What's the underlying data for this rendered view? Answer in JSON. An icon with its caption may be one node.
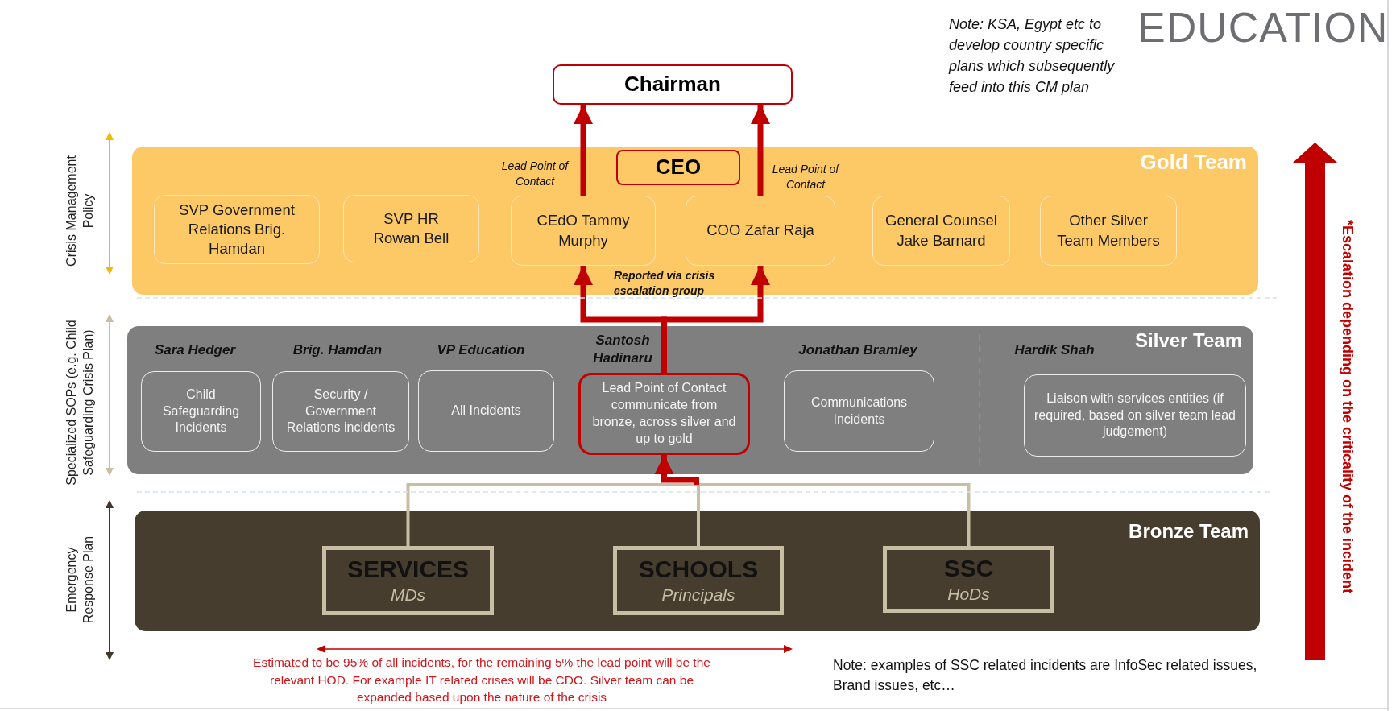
{
  "diagram": {
    "title": "EDUCATION",
    "nodes": [
      {
        "text": [
          "Chairman"
        ]
      },
      {
        "text": [
          "Gold Team"
        ]
      },
      {
        "text": [
          "CEO"
        ],
        "in": 1
      },
      {
        "text": [
          "SVP Government Relations Brig. Hamdan"
        ],
        "in": 1
      },
      {
        "text": [
          "SVP HR Rowan Bell"
        ],
        "in": 1
      },
      {
        "text": [
          "CEdO Tammy Murphy"
        ],
        "in": 1
      },
      {
        "text": [
          "COO Zafar Raja"
        ],
        "in": 1
      },
      {
        "text": [
          "General Counsel Jake Barnard"
        ],
        "in": 1
      },
      {
        "text": [
          "Other Silver Team Members"
        ],
        "in": 1
      },
      {
        "text": [
          "Silver Team"
        ]
      },
      {
        "text": [
          "Child Safeguarding Incidents"
        ],
        "in": 9,
        "beside": [
          "Sara Hedger"
        ]
      },
      {
        "text": [
          "Security / Government Relations incidents"
        ],
        "in": 9,
        "beside": [
          "Brig. Hamdan"
        ]
      },
      {
        "text": [
          "All Incidents"
        ],
        "in": 9,
        "beside": [
          "VP Education"
        ]
      },
      {
        "text": [
          "Lead Point of Contact communicate from bronze, across silver and up to gold"
        ],
        "in": 9,
        "beside": [
          "Santosh Hadinaru"
        ]
      },
      {
        "text": [
          "Communications Incidents"
        ],
        "in": 9,
        "beside": [
          "Jonathan Bramley"
        ]
      },
      {
        "text": [
          "Liaison with services entities (if required, based on silver team lead judgement)"
        ],
        "in": 9,
        "beside": [
          "Hardik Shah"
        ]
      },
      {
        "text": [
          "Bronze Team"
        ]
      },
      {
        "text": [
          "SERVICES",
          "MDs"
        ],
        "in": 16
      },
      {
        "text": [
          "SCHOOLS",
          "Principals"
        ],
        "in": 16
      },
      {
        "text": [
          "SSC",
          "HoDs"
        ],
        "in": 16
      }
    ],
    "edges": [
      {
        "from": 5,
        "to": 0,
        "arrow": "to",
        "label": "Lead Point of Contact"
      },
      {
        "from": 6,
        "to": 0,
        "arrow": "to",
        "label": "Lead Point of Contact"
      },
      {
        "from": 13,
        "to": 5,
        "arrow": "to"
      },
      {
        "from": 13,
        "to": 6,
        "arrow": "to"
      },
      {
        "from": 17,
        "to": 13,
        "arrow": "to",
        "color": "#c8bea4"
      },
      {
        "from": 18,
        "to": 13,
        "arrow": "to",
        "color": "#c8bea4"
      },
      {
        "from": 19,
        "to": 13,
        "arrow": "to",
        "color": "#c8bea4"
      }
    ],
    "labels": [
      "Note: KSA, Egypt etc to develop country specific plans which subsequently feed into this CM plan",
      "Crisis Management Policy",
      "Reported via crisis escalation group",
      "*Escalation depending on the criticality of the incident",
      "Specialized SOPs (e.g. Child Safeguarding Crisis Plan)",
      "Emergency Response Plan",
      "Estimated to be 95% of all incidents, for the remaining 5% the lead point will be the relevant HOD. For example IT related crises will be CDO. Silver team can be expanded based upon the nature of the crisis",
      "Note: examples of SSC related incidents are InfoSec related issues, Brand issues, etc…"
    ]
  }
}
